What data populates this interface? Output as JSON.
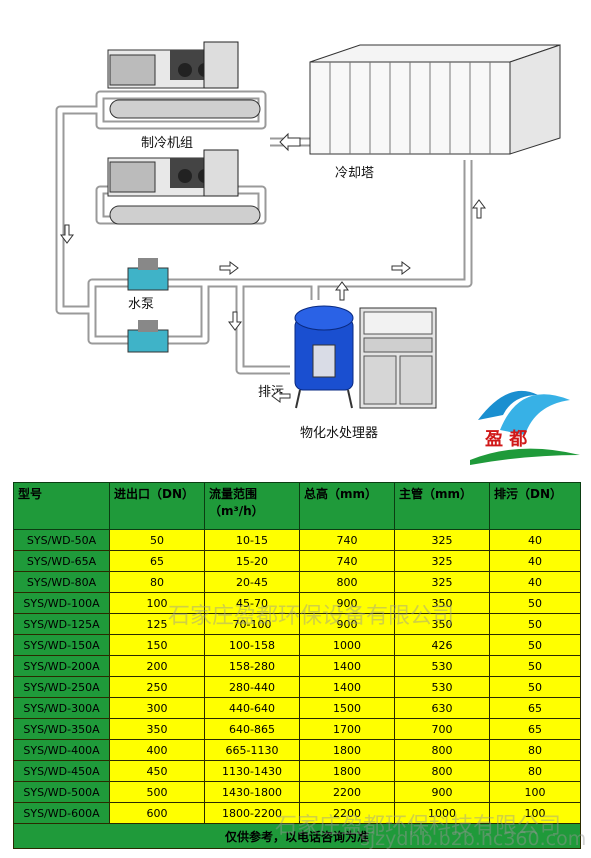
{
  "diagram": {
    "labels": {
      "chiller": "制冷机组",
      "cooling_tower": "冷却塔",
      "pump": "水泵",
      "treatment": "物化水处理器",
      "drain": "排污"
    },
    "logo_text": "盈 都"
  },
  "table": {
    "headers": [
      "型号",
      "进出口（DN）",
      "流量范围（m³/h）",
      "总高（mm）",
      "主管（mm）",
      "排污（DN）"
    ],
    "rows": [
      [
        "SYS/WD-50A",
        "50",
        "10-15",
        "740",
        "325",
        "40"
      ],
      [
        "SYS/WD-65A",
        "65",
        "15-20",
        "740",
        "325",
        "40"
      ],
      [
        "SYS/WD-80A",
        "80",
        "20-45",
        "800",
        "325",
        "40"
      ],
      [
        "SYS/WD-100A",
        "100",
        "45-70",
        "900",
        "350",
        "50"
      ],
      [
        "SYS/WD-125A",
        "125",
        "70-100",
        "900",
        "350",
        "50"
      ],
      [
        "SYS/WD-150A",
        "150",
        "100-158",
        "1000",
        "426",
        "50"
      ],
      [
        "SYS/WD-200A",
        "200",
        "158-280",
        "1400",
        "530",
        "50"
      ],
      [
        "SYS/WD-250A",
        "250",
        "280-440",
        "1400",
        "530",
        "50"
      ],
      [
        "SYS/WD-300A",
        "300",
        "440-640",
        "1500",
        "630",
        "65"
      ],
      [
        "SYS/WD-350A",
        "350",
        "640-865",
        "1700",
        "700",
        "65"
      ],
      [
        "SYS/WD-400A",
        "400",
        "665-1130",
        "1800",
        "800",
        "80"
      ],
      [
        "SYS/WD-450A",
        "450",
        "1130-1430",
        "1800",
        "800",
        "80"
      ],
      [
        "SYS/WD-500A",
        "500",
        "1430-1800",
        "2200",
        "900",
        "100"
      ],
      [
        "SYS/WD-600A",
        "600",
        "1800-2200",
        "2200",
        "1000",
        "100"
      ]
    ],
    "footnote": "仅供参考，以电话咨询为准"
  },
  "watermarks": {
    "company": "石家庄盈都环保设备有限公司",
    "company_bottom": "石家庄盈都环保科技有限公司",
    "site": "sjzydhb.b2b.hc360.com"
  },
  "colors": {
    "header_green": "#1f9a3a",
    "cell_yellow": "#ffff00",
    "pipe_gray": "#c8c8c8",
    "tank_blue": "#1a4fd0"
  }
}
